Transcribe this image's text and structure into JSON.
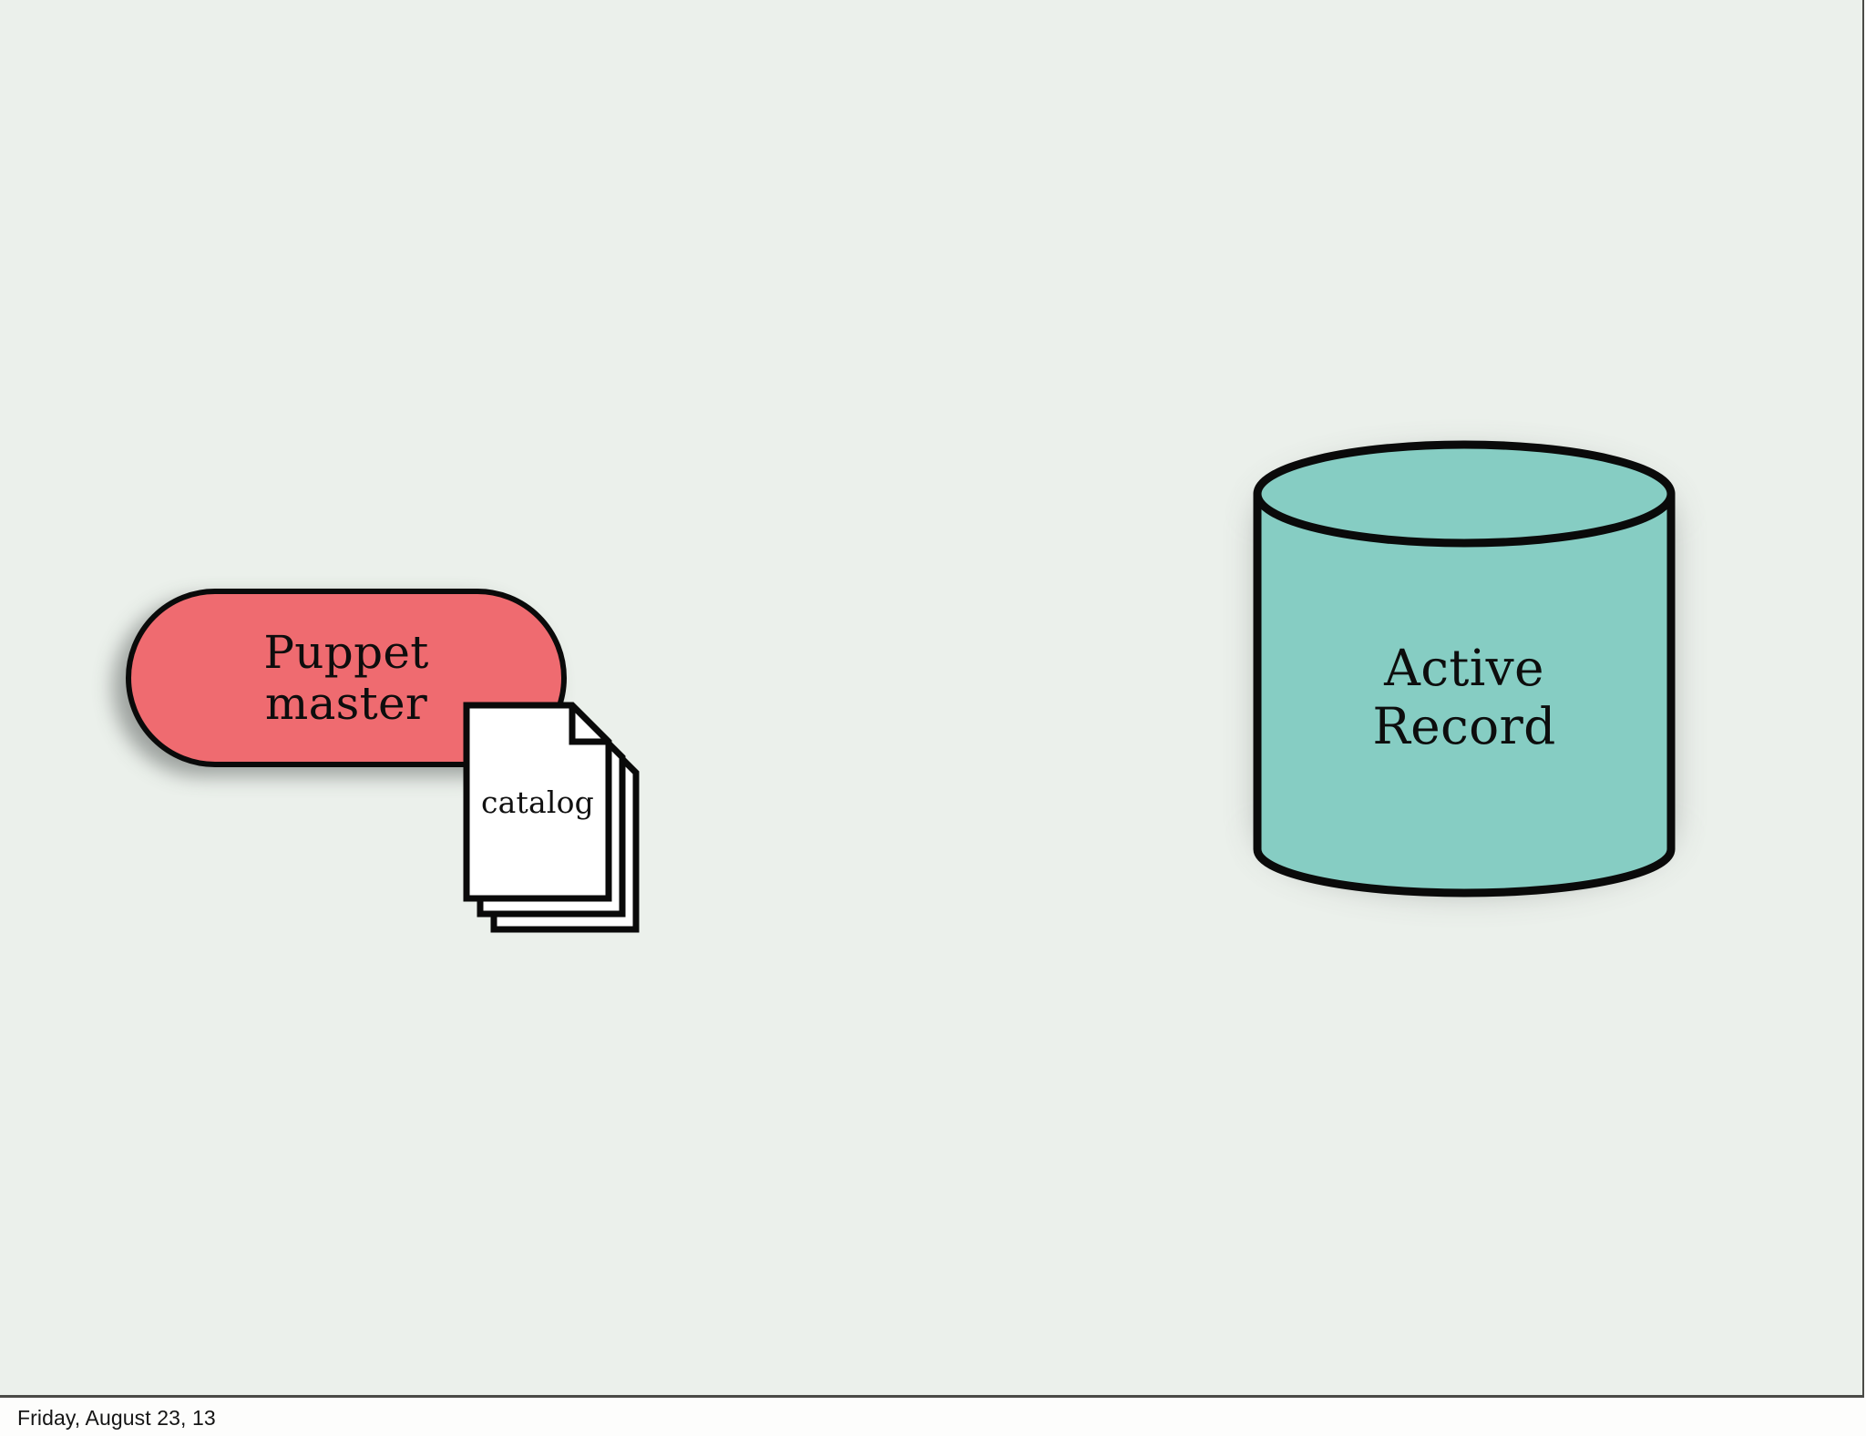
{
  "slide": {
    "background_color": "#ebf0eb",
    "border_color": "#4a4a46"
  },
  "nodes": {
    "puppet_master": {
      "label": "Puppet\nmaster",
      "shape": "stadium-pill",
      "fill_color": "#ef6b70",
      "stroke_color": "#0a0a0a"
    },
    "catalog": {
      "label": "catalog",
      "shape": "document-stack",
      "page_count": 3,
      "fill_color": "#ffffff",
      "stroke_color": "#0a0a0a"
    },
    "active_record": {
      "label": "Active\nRecord",
      "shape": "cylinder-database",
      "fill_color": "#86cdc3",
      "stroke_color": "#0a0a0a"
    }
  },
  "footer": {
    "date": "Friday, August 23, 13"
  }
}
